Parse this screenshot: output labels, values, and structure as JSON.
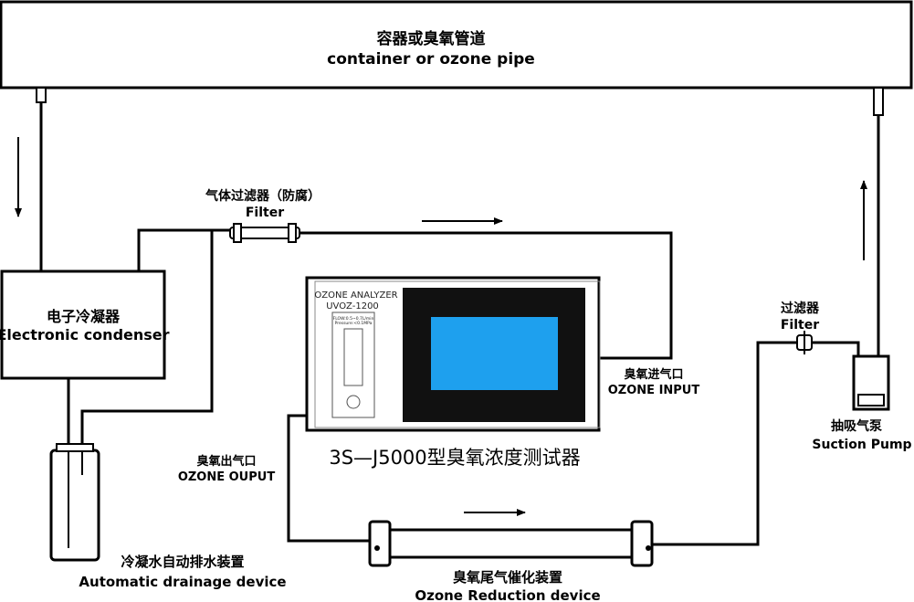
{
  "container": {
    "label_cn": "容器或臭氧管道",
    "label_en": "container or ozone pipe"
  },
  "condenser": {
    "label_cn": "电子冷凝器",
    "label_en": "Electronic condenser"
  },
  "gas_filter": {
    "label_cn": "气体过滤器（防腐）",
    "label_en": "Filter"
  },
  "analyzer": {
    "panel_title": "OZONE ANALYZER",
    "model": "UVOZ-1200",
    "panel_small_text_1": "FLOW:0.5~0.7L/min",
    "panel_small_text_2": "Pressure:<0.1MPa",
    "caption": "3S—J5000型臭氧浓度测试器",
    "screen_color": "#1ea0ee"
  },
  "ozone_input": {
    "label_cn": "臭氧进气口",
    "label_en": "OZONE INPUT"
  },
  "ozone_output": {
    "label_cn": "臭氧出气口",
    "label_en": "OZONE OUPUT"
  },
  "filter2": {
    "label_cn": "过滤器",
    "label_en": "Filter"
  },
  "pump": {
    "label_cn": "抽吸气泵",
    "label_en": "Suction Pump"
  },
  "drain": {
    "label_cn": "冷凝水自动排水装置",
    "label_en": "Automatic drainage device"
  },
  "reducer": {
    "label_cn": "臭氧尾气催化装置",
    "label_en": "Ozone Reduction device"
  }
}
